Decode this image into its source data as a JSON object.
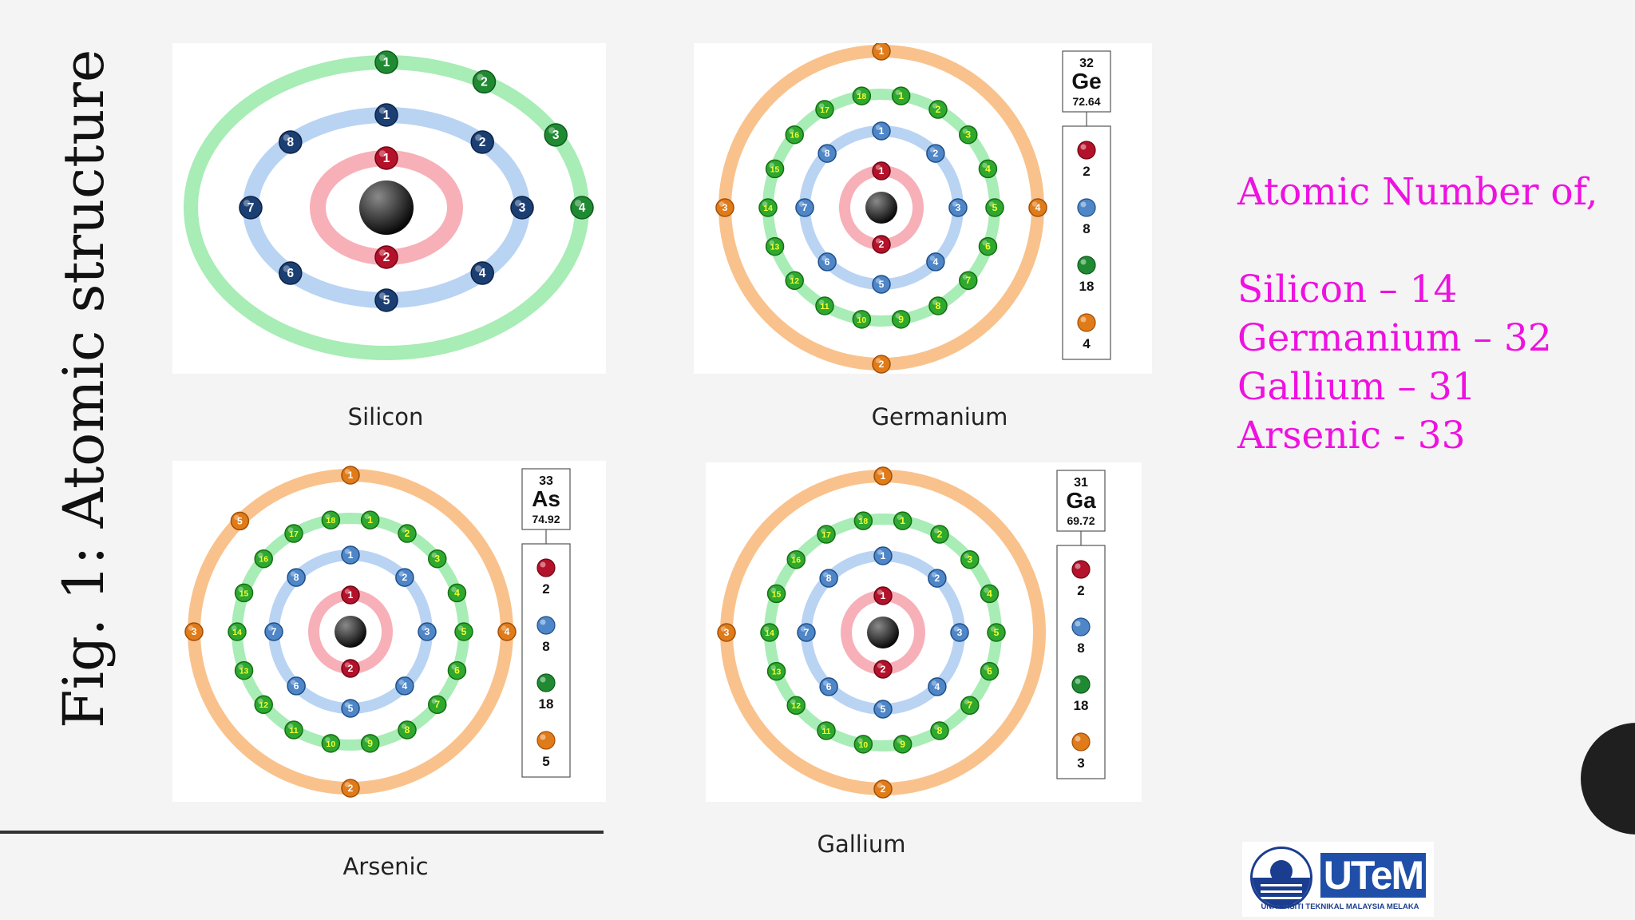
{
  "title": "Fig. 1: Atomic structure",
  "side_text": {
    "heading": "Atomic Number of,",
    "lines": [
      "Silicon – 14",
      "Germanium – 32",
      "Gallium – 31",
      "Arsenic - 33"
    ]
  },
  "captions": {
    "silicon": "Silicon",
    "germanium": "Germanium",
    "arsenic": "Arsenic",
    "gallium": "Gallium"
  },
  "colors": {
    "shell1": "#f7b0b8",
    "shell2": "#b9d3f3",
    "shell3": "#a8ecb6",
    "shell4": "#f9c28c",
    "accent_text": "#ee11e0"
  },
  "atoms": {
    "silicon": {
      "shells": [
        2,
        8,
        4
      ],
      "shell_styles": [
        "red",
        "navy",
        "green"
      ]
    },
    "germanium": {
      "number": "32",
      "symbol": "Ge",
      "mass": "72.64",
      "shells": [
        2,
        8,
        18,
        4
      ],
      "legend": [
        "2",
        "8",
        "18",
        "4"
      ]
    },
    "arsenic": {
      "number": "33",
      "symbol": "As",
      "mass": "74.92",
      "shells": [
        2,
        8,
        18,
        5
      ],
      "legend": [
        "2",
        "8",
        "18",
        "5"
      ]
    },
    "gallium": {
      "number": "31",
      "symbol": "Ga",
      "mass": "69.72",
      "shells": [
        2,
        8,
        18,
        3
      ],
      "legend": [
        "2",
        "8",
        "18",
        "3"
      ]
    }
  },
  "logo": {
    "text": "UTeM",
    "subtitle": "UNIVERSITI TEKNIKAL MALAYSIA MELAKA"
  }
}
